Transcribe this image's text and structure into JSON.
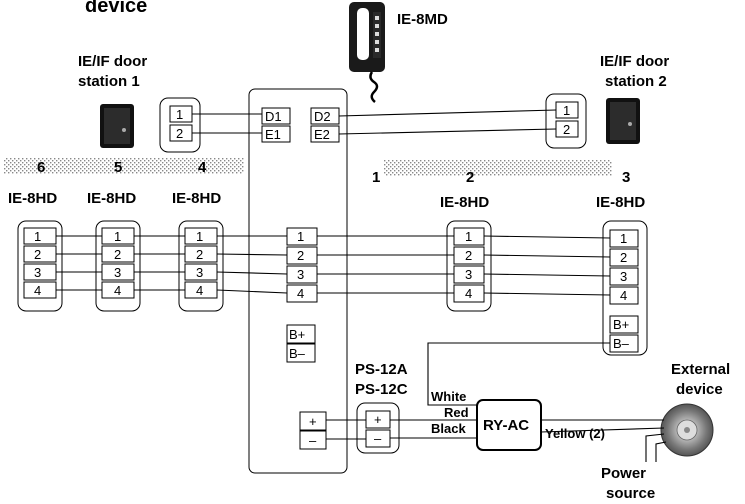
{
  "diagram": {
    "title": "device",
    "monitor": {
      "label": "IE-8MD"
    },
    "door_stations": [
      {
        "label": [
          "IE/IF door",
          "station 1"
        ],
        "terminals": [
          "1",
          "2"
        ]
      },
      {
        "label": [
          "IE/IF door",
          "station 2"
        ],
        "terminals": [
          "1",
          "2"
        ]
      }
    ],
    "master_unit": {
      "door_terminals": [
        "D1",
        "E1",
        "D2",
        "E2"
      ],
      "line_terminals": [
        "1",
        "2",
        "3",
        "4"
      ],
      "power_terminals": [
        "B+",
        "B–"
      ],
      "psu_terminals": [
        "+",
        "–"
      ]
    },
    "stations": [
      {
        "number": "6",
        "label": "IE-8HD",
        "terminals": [
          "1",
          "2",
          "3",
          "4"
        ]
      },
      {
        "number": "5",
        "label": "IE-8HD",
        "terminals": [
          "1",
          "2",
          "3",
          "4"
        ]
      },
      {
        "number": "4",
        "label": "IE-8HD",
        "terminals": [
          "1",
          "2",
          "3",
          "4"
        ]
      },
      {
        "number": "1",
        "label": "",
        "terminals": []
      },
      {
        "number": "2",
        "label": "IE-8HD",
        "terminals": [
          "1",
          "2",
          "3",
          "4"
        ]
      },
      {
        "number": "3",
        "label": "IE-8HD",
        "terminals": [
          "1",
          "2",
          "3",
          "4",
          "B+",
          "B–"
        ]
      }
    ],
    "power_supply": {
      "labels": [
        "PS-12A",
        "PS-12C"
      ],
      "terminals": [
        "+",
        "–"
      ]
    },
    "relay": {
      "label": "RY-AC"
    },
    "wire_labels": {
      "white": "White",
      "red": "Red",
      "black": "Black",
      "yellow": "Yellow (2)"
    },
    "external_device": {
      "label": [
        "External",
        "device"
      ]
    },
    "power_source": {
      "label": [
        "Power",
        "source"
      ]
    }
  }
}
